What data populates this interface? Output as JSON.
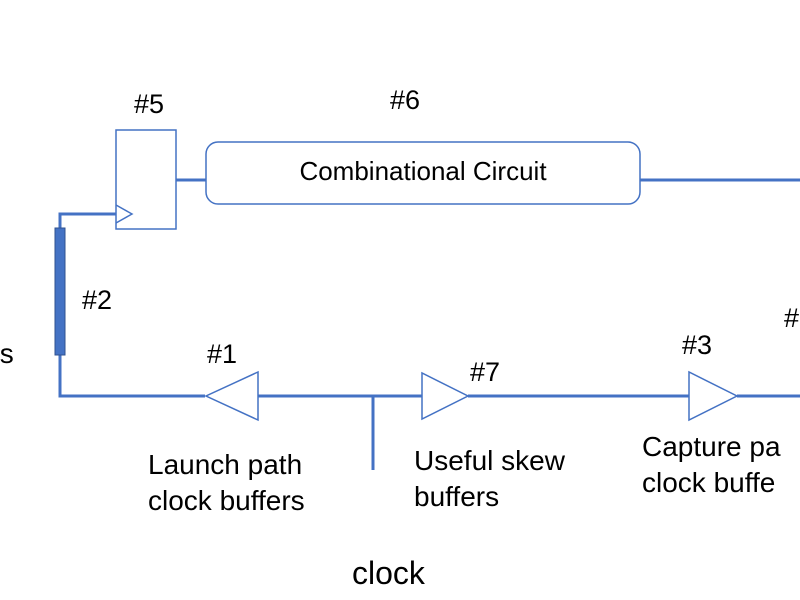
{
  "colors": {
    "wire": "#4472c4",
    "delay_bar": "#4472c4",
    "shape_stroke": "#4472c4",
    "text": "#000000",
    "background": "#ffffff"
  },
  "markers": {
    "m1": "#1",
    "m2": "#2",
    "m3": "#3",
    "m5": "#5",
    "m6": "#6",
    "m7": "#7",
    "m_partial": "#"
  },
  "combinational_circuit": {
    "label": "Combinational Circuit"
  },
  "captions": {
    "launch": {
      "line1": "Launch path",
      "line2": "clock buffers"
    },
    "skew": {
      "line1": "Useful skew",
      "line2": "buffers"
    },
    "capture": {
      "line1": "Capture pa",
      "line2": "clock buffe"
    }
  },
  "clock_label": "clock",
  "partial_left_text": "ts"
}
